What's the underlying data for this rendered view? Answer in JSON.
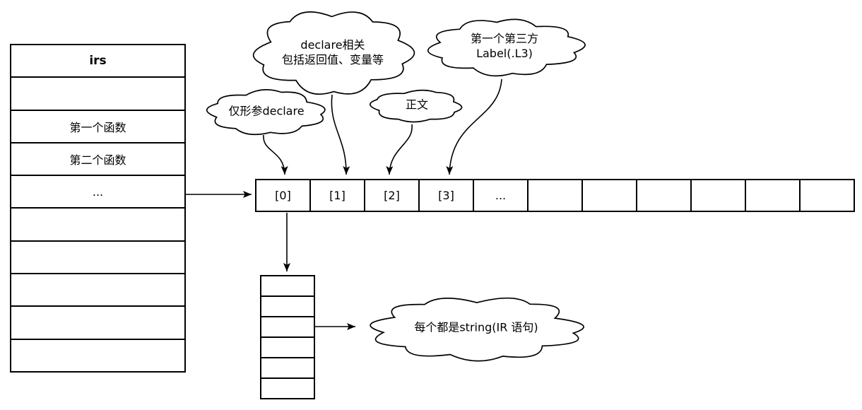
{
  "colors": {
    "stroke": "#000000",
    "background": "#ffffff",
    "text": "#000000"
  },
  "table": {
    "title": "irs",
    "rows": [
      "",
      "第一个函数",
      "第二个函数",
      "...",
      "",
      "",
      "",
      "",
      ""
    ]
  },
  "array": {
    "cells": [
      "[0]",
      "[1]",
      "[2]",
      "[3]",
      "...",
      "",
      "",
      "",
      "",
      "",
      ""
    ]
  },
  "stack": {
    "rows": [
      "",
      "",
      "",
      "",
      "",
      ""
    ]
  },
  "clouds": {
    "declare_related": {
      "line1": "declare相关",
      "line2": "包括返回值、变量等"
    },
    "param_only": {
      "text": "仅形参declare"
    },
    "body": {
      "text": "正文"
    },
    "third_label": {
      "line1": "第一个第三方",
      "line2": "Label(.L3)"
    },
    "string_note": {
      "text": "每个都是string(IR 语句)"
    }
  }
}
